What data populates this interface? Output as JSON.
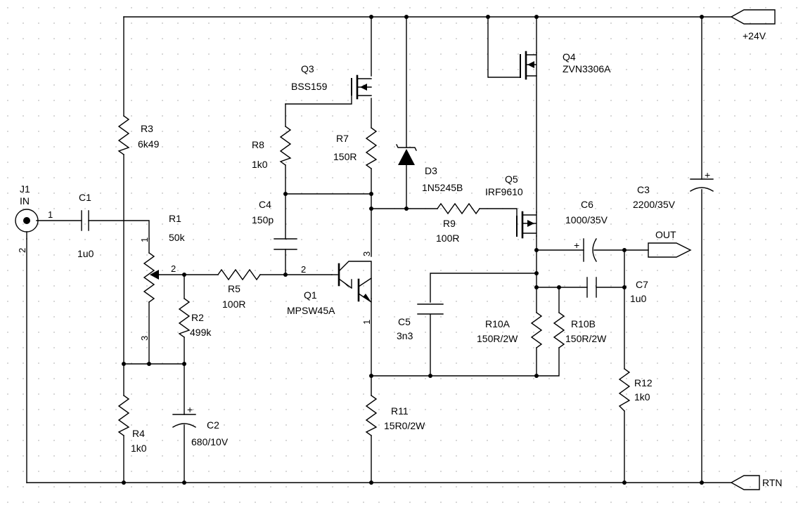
{
  "components": {
    "J1": {
      "ref": "J1",
      "value": "IN",
      "pin1": "1",
      "pin2": "2"
    },
    "C1": {
      "ref": "C1",
      "value": "1u0"
    },
    "R1": {
      "ref": "R1",
      "value": "50k",
      "pin1": "1",
      "pin2": "2",
      "pin3": "3"
    },
    "R2": {
      "ref": "R2",
      "value": "499k"
    },
    "R3": {
      "ref": "R3",
      "value": "6k49"
    },
    "R4": {
      "ref": "R4",
      "value": "1k0"
    },
    "C2": {
      "ref": "C2",
      "value": "680/10V",
      "polarity": "+"
    },
    "R5": {
      "ref": "R5",
      "value": "100R"
    },
    "Q1": {
      "ref": "Q1",
      "value": "MPSW45A",
      "pin1": "1",
      "pin2": "2",
      "pin3": "3"
    },
    "Q3": {
      "ref": "Q3",
      "value": "BSS159"
    },
    "R8": {
      "ref": "R8",
      "value": "1k0"
    },
    "C4": {
      "ref": "C4",
      "value": "150p"
    },
    "R7": {
      "ref": "R7",
      "value": "150R"
    },
    "D3": {
      "ref": "D3",
      "value": "1N5245B"
    },
    "R9": {
      "ref": "R9",
      "value": "100R"
    },
    "Q4": {
      "ref": "Q4",
      "value": "ZVN3306A"
    },
    "Q5": {
      "ref": "Q5",
      "value": "IRF9610"
    },
    "C6": {
      "ref": "C6",
      "value": "1000/35V",
      "polarity": "+"
    },
    "C5": {
      "ref": "C5",
      "value": "3n3"
    },
    "R10A": {
      "ref": "R10A",
      "value": "150R/2W"
    },
    "R10B": {
      "ref": "R10B",
      "value": "150R/2W"
    },
    "C7": {
      "ref": "C7",
      "value": "1u0"
    },
    "R11": {
      "ref": "R11",
      "value": "15R0/2W"
    },
    "R12": {
      "ref": "R12",
      "value": "1k0"
    },
    "C3": {
      "ref": "C3",
      "value": "2200/35V",
      "polarity": "+"
    }
  },
  "ports": {
    "supply": "+24V",
    "output": "OUT",
    "return": "RTN"
  }
}
